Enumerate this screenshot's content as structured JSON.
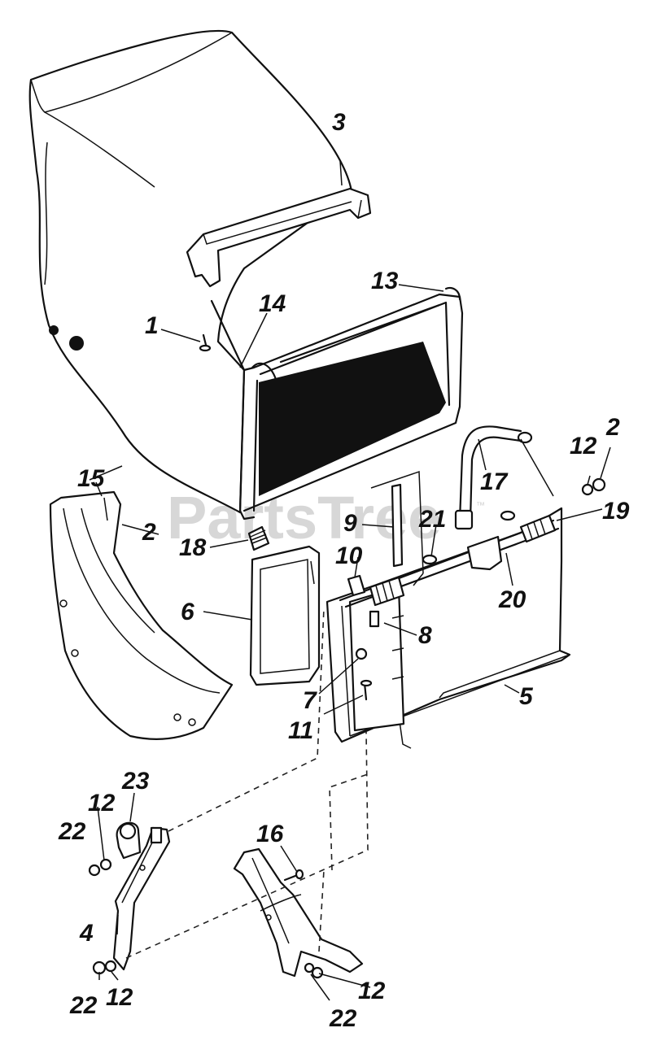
{
  "watermark": "PartsTree",
  "watermark_tm": "™",
  "callouts": {
    "c1": "1",
    "c2a": "2",
    "c2b": "2",
    "c3": "3",
    "c4": "4",
    "c5": "5",
    "c6": "6",
    "c7": "7",
    "c8": "8",
    "c9": "9",
    "c10": "10",
    "c11": "11",
    "c12a": "12",
    "c12b": "12",
    "c12c": "12",
    "c12d": "12",
    "c13": "13",
    "c14": "14",
    "c15": "15",
    "c16": "16",
    "c17": "17",
    "c18": "18",
    "c19": "19",
    "c20": "20",
    "c21": "21",
    "c22a": "22",
    "c22b": "22",
    "c22c": "22",
    "c23": "23"
  }
}
